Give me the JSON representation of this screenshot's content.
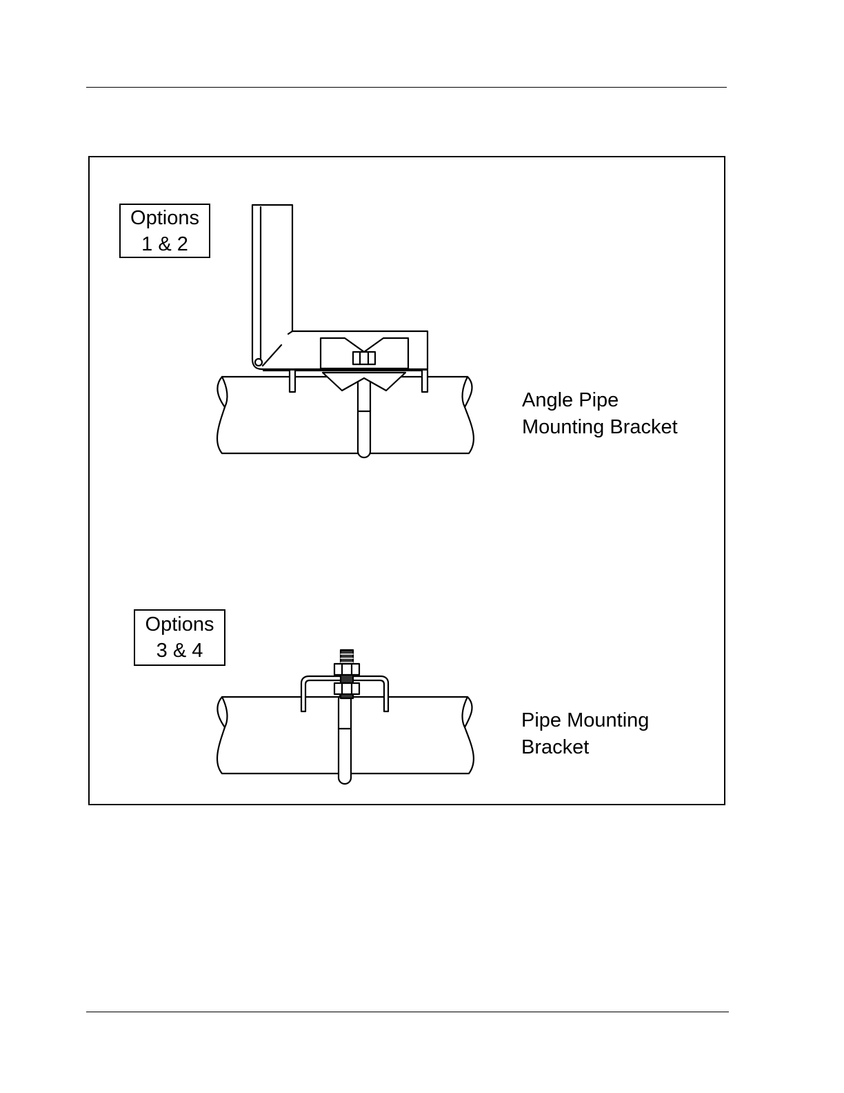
{
  "figure": {
    "top": {
      "options_line1": "Options",
      "options_line2": "1 & 2",
      "caption_line1": "Angle Pipe",
      "caption_line2": "Mounting Bracket"
    },
    "bottom": {
      "options_line1": "Options",
      "options_line2": "3 & 4",
      "caption_line1": "Pipe Mounting",
      "caption_line2": "Bracket"
    }
  }
}
